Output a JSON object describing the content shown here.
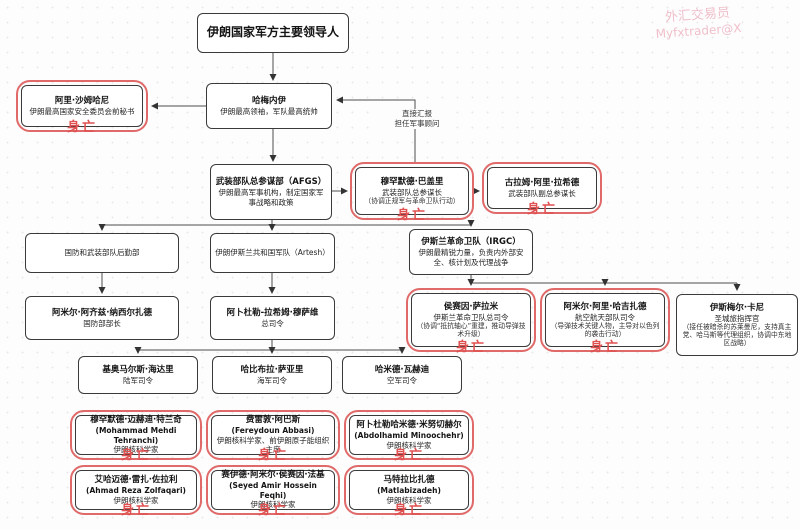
{
  "watermark": {
    "line1": "外汇交易员",
    "line2": "Myfxtrader@X"
  },
  "labels": {
    "deceased": "身亡",
    "edge_note_line1": "直接汇报",
    "edge_note_line2": "担任军事顾问"
  },
  "colors": {
    "highlight_border": "#e06a6a",
    "deceased_red": "#e05252",
    "watermark_pink": "#f0bfca",
    "connector_gray": "#4d4d4d"
  },
  "nodes": {
    "title": {
      "name": "伊朗国家军方主要领导人"
    },
    "khamenei": {
      "name": "哈梅内伊",
      "role": "伊朗最高领袖，军队最高统帅"
    },
    "shamkhani": {
      "name": "阿里·沙姆哈尼",
      "role": "伊朗最高国家安全委员会前秘书"
    },
    "afgs": {
      "name": "武装部队总参谋部（AFGS）",
      "role": "伊朗最高军事机构，制定国家军事战略和政策"
    },
    "bagheri": {
      "name": "穆罕默德·巴盖里",
      "role": "武装部队总参谋长",
      "note": "（协调正规军与革命卫队行动）"
    },
    "rashid": {
      "name": "古拉姆·阿里·拉希德",
      "role": "武装部队副总参谋长"
    },
    "modafl": {
      "name": "国防和武装部队后勤部"
    },
    "artesh": {
      "name": "伊朗伊斯兰共和国军队（Artesh）"
    },
    "irgc": {
      "name": "伊斯兰革命卫队（IRGC）",
      "role": "伊朗最精锐力量，负责内外部安全、核计划及代理战争"
    },
    "nasirzadeh": {
      "name": "阿米尔·阿齐兹·纳西尔扎德",
      "role": "国防部部长"
    },
    "mousavi": {
      "name": "阿卜杜勒-拉希姆·穆萨维",
      "role": "总司令"
    },
    "salami": {
      "name": "侯赛因·萨拉米",
      "role": "伊斯兰革命卫队总司令",
      "note": "（协调“抵抗轴心”重建，推动导弹技术升级）"
    },
    "hajizadeh": {
      "name": "阿米尔·阿里·哈吉扎德",
      "role": "航空航天部队司令",
      "note": "（导弹技术关键人物，主导对以色列的袭击行动）"
    },
    "qaani": {
      "name": "伊斯梅尔·卡尼",
      "role": "圣城旅指挥官",
      "note": "（接任被暗杀的苏莱曼尼，支持真主党、哈马斯等代理组织，协调中东地区战略）"
    },
    "heydari": {
      "name": "基奥马尔斯·海达里",
      "role": "陆军司令"
    },
    "sayyari": {
      "name": "哈比布拉·萨亚里",
      "role": "海军司令"
    },
    "vahedi": {
      "name": "哈米德·瓦赫迪",
      "role": "空军司令"
    },
    "tehranchi": {
      "name": "穆罕默德·迈赫迪·特兰奇",
      "en": "(Mohammad Mehdi Tehranchi)",
      "role": "伊朗核科学家"
    },
    "abbasi": {
      "name": "费雷敦·阿巴斯",
      "en": "(Fereydoun Abbasi)",
      "role": "伊朗核科学家、前伊朗原子能组织主席"
    },
    "minoochehr": {
      "name": "阿卜杜勒哈米德·米努切赫尔",
      "en": "(Abdolhamid Minoochehr)",
      "role": "伊朗核科学家"
    },
    "zolfaqari": {
      "name": "艾哈迈德·雷扎·佐拉利",
      "en": "(Ahmad Reza Zolfaqari)",
      "role": "伊朗核科学家"
    },
    "feqhi": {
      "name": "赛伊德·阿米尔·侯赛因·法基",
      "en": "(Seyed Amir Hossein Feqhi)",
      "role": "伊朗核科学家"
    },
    "matlabizadeh": {
      "name": "马特拉比扎德",
      "en": "(Matlabizadeh)",
      "role": "伊朗核科学家"
    }
  }
}
